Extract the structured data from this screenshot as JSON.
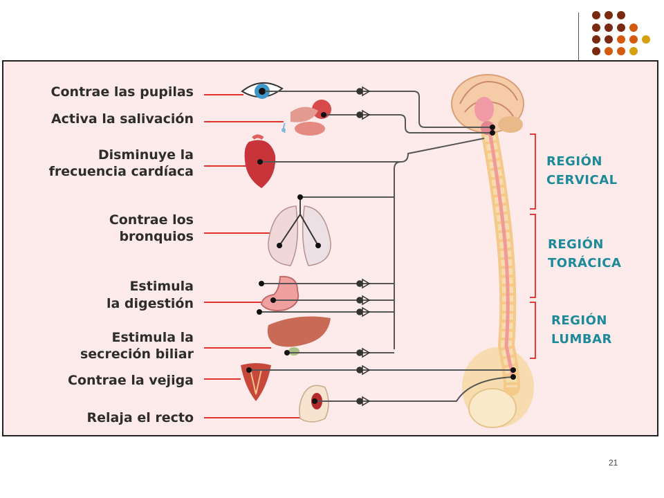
{
  "labels": {
    "pupils": "Contrae las pupilas",
    "saliva": "Activa la salivación",
    "heart_1": "Disminuye la",
    "heart_2": "frecuencia cardíaca",
    "bronchi_1": "Contrae los",
    "bronchi_2": "bronquios",
    "digest_1": "Estimula",
    "digest_2": "la digestión",
    "bile_1": "Estimula la",
    "bile_2": "secreción biliar",
    "bladder": "Contrae la vejiga",
    "rectum": "Relaja el recto"
  },
  "regions": {
    "cervical_1": "REGIÓN",
    "cervical_2": "CERVICAL",
    "thoracic_1": "REGIÓN",
    "thoracic_2": "TORÁCICA",
    "lumbar_1": "REGIÓN",
    "lumbar_2": "LUMBAR"
  },
  "page_number": "21",
  "icons": [
    "eye-icon",
    "salivary-gland-icon",
    "heart-icon",
    "lungs-icon",
    "stomach-icon",
    "liver-icon",
    "bladder-icon",
    "rectum-icon",
    "brain-icon",
    "spine-icon"
  ],
  "colors": {
    "panel_bg": "#fdeaea",
    "pointer_red": "#e03030",
    "region_teal": "#1d8a99",
    "bracket_red": "#e53a3a",
    "nerve_gray": "#555555",
    "dot_dark": "#7a2a10",
    "dot_orange": "#d45a10",
    "dot_gold": "#d4a010"
  }
}
